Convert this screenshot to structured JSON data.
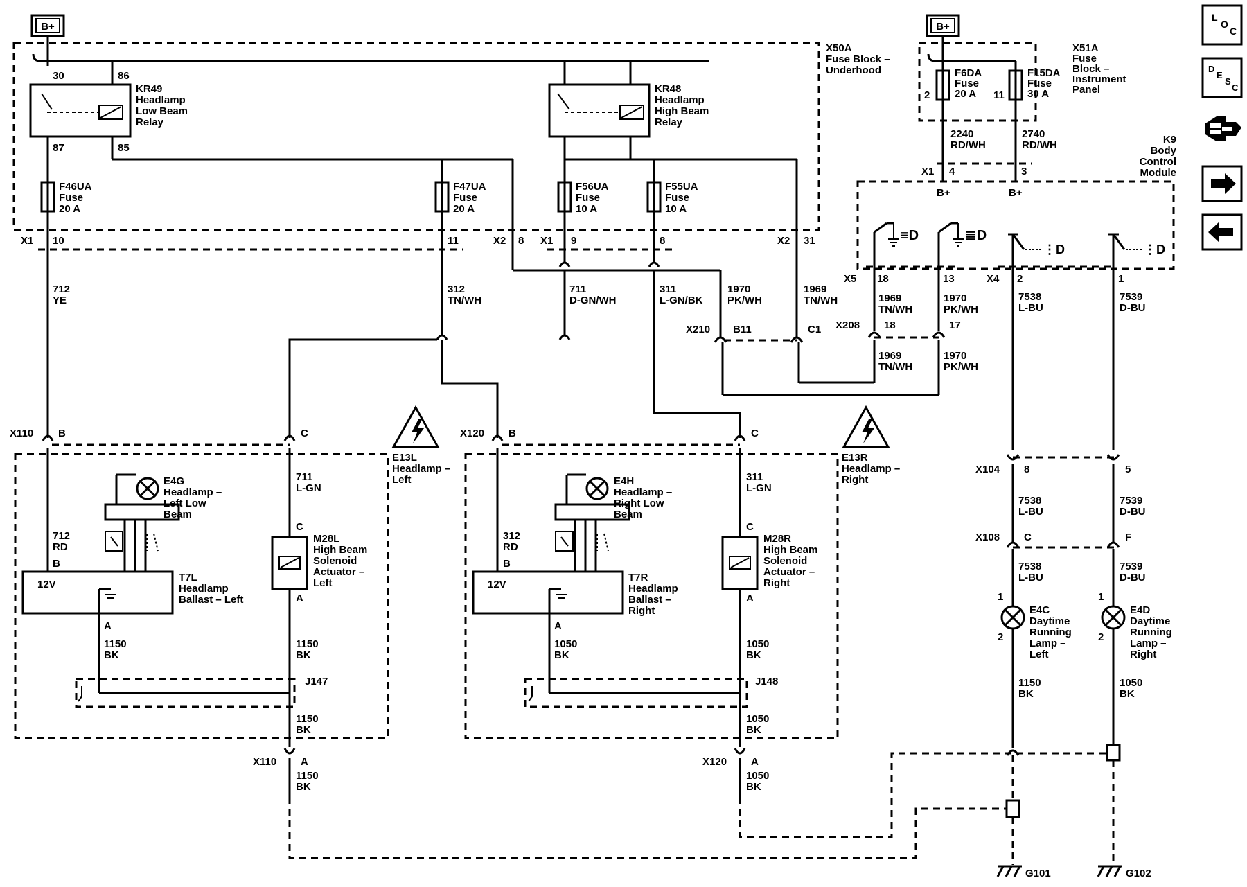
{
  "power": {
    "bplus_left": "B+",
    "bplus_right": "B+"
  },
  "blocks": {
    "x50a": {
      "conn": "X50A",
      "l1": "Fuse Block –",
      "l2": "Underhood"
    },
    "x51a": {
      "conn": "X51A",
      "l1": "Fuse",
      "l2": "Block –",
      "l3": "Instrument",
      "l4": "Panel"
    },
    "k9": {
      "id": "K9",
      "l1": "Body",
      "l2": "Control",
      "l3": "Module"
    }
  },
  "relays": {
    "kr49": {
      "id": "KR49",
      "l1": "Headlamp",
      "l2": "Low Beam",
      "l3": "Relay",
      "p30": "30",
      "p86": "86",
      "p87": "87",
      "p85": "85"
    },
    "kr48": {
      "id": "KR48",
      "l1": "Headlamp",
      "l2": "High Beam",
      "l3": "Relay"
    }
  },
  "fuses": {
    "f46ua": {
      "id": "F46UA",
      "type": "Fuse",
      "rating": "20 A"
    },
    "f47ua": {
      "id": "F47UA",
      "type": "Fuse",
      "rating": "20 A"
    },
    "f56ua": {
      "id": "F56UA",
      "type": "Fuse",
      "rating": "10 A"
    },
    "f55ua": {
      "id": "F55UA",
      "type": "Fuse",
      "rating": "10 A"
    },
    "f6da": {
      "id": "F6DA",
      "type": "Fuse",
      "rating": "20 A",
      "pin": "2"
    },
    "f15da": {
      "id": "F15DA",
      "type": "Fuse",
      "rating": "30 A",
      "pin": "11"
    }
  },
  "connectors": {
    "x1": "X1",
    "x2": "X2",
    "x5": "X5",
    "x4": "X4",
    "x1_10": "10",
    "x1_11": "11",
    "x2_8": "8",
    "x1_9": "9",
    "x1_8": "8",
    "x2_31": "31",
    "k9_x1": "X1",
    "k9_x1_4": "4",
    "k9_x1_3": "3",
    "k9_bplus_a": "B+",
    "k9_bplus_b": "B+",
    "x5_18": "18",
    "x5_13": "13",
    "x4_2": "2",
    "x4_1": "1",
    "x210": "X210",
    "x210_b11": "B11",
    "x210_c1": "C1",
    "x208": "X208",
    "x208_18": "18",
    "x208_17": "17",
    "x110": "X110",
    "x110_b": "B",
    "x110_c": "C",
    "x110_a": "A",
    "x120": "X120",
    "x120_b": "B",
    "x120_c": "C",
    "x120_a": "A",
    "x104": "X104",
    "x104_8": "8",
    "x104_5": "5",
    "x108": "X108",
    "x108_c": "C",
    "x108_f": "F",
    "j147": "J147",
    "j148": "J148"
  },
  "wires": {
    "w712ye": {
      "num": "712",
      "color": "YE"
    },
    "w312tnwh": {
      "num": "312",
      "color": "TN/WH"
    },
    "w711dgn": {
      "num": "711",
      "color": "D-GN/WH"
    },
    "w311lgn": {
      "num": "311",
      "color": "L-GN/BK"
    },
    "w1970top": {
      "num": "1970",
      "color": "PK/WH"
    },
    "w1969top": {
      "num": "1969",
      "color": "TN/WH"
    },
    "w2240": {
      "num": "2240",
      "color": "RD/WH"
    },
    "w2740": {
      "num": "2740",
      "color": "RD/WH"
    },
    "w1969a": {
      "num": "1969",
      "color": "TN/WH"
    },
    "w1970a": {
      "num": "1970",
      "color": "PK/WH"
    },
    "w1969b": {
      "num": "1969",
      "color": "TN/WH"
    },
    "w1970b": {
      "num": "1970",
      "color": "PK/WH"
    },
    "w7538a": {
      "num": "7538",
      "color": "L-BU"
    },
    "w7539a": {
      "num": "7539",
      "color": "D-BU"
    },
    "w7538b": {
      "num": "7538",
      "color": "L-BU"
    },
    "w7539b": {
      "num": "7539",
      "color": "D-BU"
    },
    "w7538c": {
      "num": "7538",
      "color": "L-BU"
    },
    "w7539c": {
      "num": "7539",
      "color": "D-BU"
    },
    "w711lgn": {
      "num": "711",
      "color": "L-GN"
    },
    "w311lgn2": {
      "num": "311",
      "color": "L-GN"
    },
    "w712rd": {
      "num": "712",
      "color": "RD"
    },
    "w312rd": {
      "num": "312",
      "color": "RD"
    },
    "w1150a": {
      "num": "1150",
      "color": "BK"
    },
    "w1150b": {
      "num": "1150",
      "color": "BK"
    },
    "w1150c": {
      "num": "1150",
      "color": "BK"
    },
    "w1150d": {
      "num": "1150",
      "color": "BK"
    },
    "w1150e": {
      "num": "1150",
      "color": "BK"
    },
    "w1050a": {
      "num": "1050",
      "color": "BK"
    },
    "w1050b": {
      "num": "1050",
      "color": "BK"
    },
    "w1050c": {
      "num": "1050",
      "color": "BK"
    },
    "w1050d": {
      "num": "1050",
      "color": "BK"
    },
    "w1050e": {
      "num": "1050",
      "color": "BK"
    }
  },
  "components": {
    "e13l": {
      "id": "E13L",
      "l1": "Headlamp –",
      "l2": "Left"
    },
    "e13r": {
      "id": "E13R",
      "l1": "Headlamp –",
      "l2": "Right"
    },
    "e4g": {
      "id": "E4G",
      "l1": "Headlamp –",
      "l2": "Left Low",
      "l3": "Beam"
    },
    "e4h": {
      "id": "E4H",
      "l1": "Headlamp –",
      "l2": "Right Low",
      "l3": "Beam"
    },
    "t7l": {
      "id": "T7L",
      "l1": "Headlamp",
      "l2": "Ballast – Left",
      "v": "12V",
      "pin_b": "B",
      "pin_a": "A"
    },
    "t7r": {
      "id": "T7R",
      "l1": "Headlamp",
      "l2": "Ballast –",
      "l3": "Right",
      "v": "12V",
      "pin_b": "B",
      "pin_a": "A"
    },
    "m28l": {
      "id": "M28L",
      "l1": "High Beam",
      "l2": "Solenoid",
      "l3": "Actuator –",
      "l4": "Left",
      "pin_c": "C",
      "pin_a": "A"
    },
    "m28r": {
      "id": "M28R",
      "l1": "High Beam",
      "l2": "Solenoid",
      "l3": "Actuator –",
      "l4": "Right",
      "pin_c": "C",
      "pin_a": "A"
    },
    "e4c": {
      "id": "E4C",
      "l1": "Daytime",
      "l2": "Running",
      "l3": "Lamp –",
      "l4": "Left",
      "p1": "1",
      "p2": "2"
    },
    "e4d": {
      "id": "E4D",
      "l1": "Daytime",
      "l2": "Running",
      "l3": "Lamp –",
      "l4": "Right",
      "p1": "1",
      "p2": "2"
    }
  },
  "grounds": {
    "g101": "G101",
    "g102": "G102"
  },
  "nav": {
    "loc": {
      "a": "L",
      "b": "O",
      "c": "C"
    },
    "desc": {
      "a": "D",
      "b": "E",
      "c": "S",
      "d": "C"
    },
    "icons": [
      "connector-icon",
      "arrow-right-icon",
      "arrow-left-icon"
    ]
  }
}
